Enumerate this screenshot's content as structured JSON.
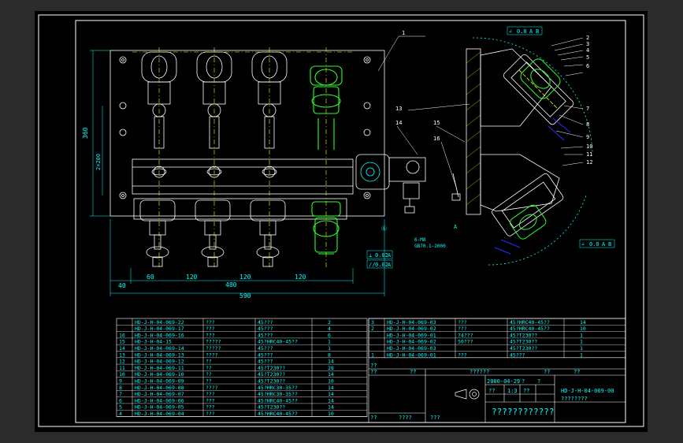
{
  "colors": {
    "background": "#000000",
    "frame": "#ffffff",
    "part_outline": "#ffffff",
    "highlight": "#2dff2d",
    "centerline": "#ffff00",
    "annotation": "#00ffff",
    "accent_blue": "#2a2aff",
    "accent_magenta": "#ff00ff"
  },
  "front_view": {
    "dims": {
      "height_label": "360",
      "pitch_label": "2×200",
      "offset_left": "40",
      "span_a": "60",
      "span_b": "120",
      "span_c": "120",
      "span_d": "120",
      "center_span": "480",
      "overall_width": "590"
    },
    "tolerance_boxes": [
      [
        "⊥",
        "0.02",
        "A"
      ],
      [
        "//",
        "0.02",
        "A"
      ]
    ]
  },
  "side_view": {
    "leaders": [
      "1",
      "2",
      "3",
      "4",
      "5",
      "6",
      "7",
      "8",
      "9",
      "10",
      "11",
      "12",
      "13",
      "14",
      "15",
      "16"
    ],
    "tolerance_boxes": [
      [
        "∠",
        "0.0",
        "A",
        "B"
      ],
      [
        "∠",
        "0.0",
        "A",
        "B"
      ]
    ],
    "thread_note": "6-M8",
    "thread_note_2": "GB70.1-2000",
    "section_label_a": "A",
    "section_label_b": "Ⓐ"
  },
  "parts_list_left": [
    [
      "",
      "HD-J-H-04-069-22",
      "???",
      "45???",
      "2"
    ],
    [
      "",
      "HD-J-H-04-069-17",
      "???",
      "45???",
      "4"
    ],
    [
      "16",
      "HD-J-H-04-069-16",
      "???",
      "45???",
      "6"
    ],
    [
      "15",
      "HD-J-H-04-15",
      "?????",
      "45?HRC40-45??",
      "1"
    ],
    [
      "14",
      "HD-J-H-04-069-14",
      "?????",
      "45???",
      "1"
    ],
    [
      "13",
      "HD-J-H-04-069-13",
      "????",
      "45???",
      "8"
    ],
    [
      "12",
      "HD-J-H-04-069-12",
      "??",
      "45???",
      "14"
    ],
    [
      "11",
      "HD-J-H-04-069-11",
      "??",
      "45?T230??",
      "28"
    ],
    [
      "10",
      "HD-J-H-04-069-10",
      "??",
      "45?T230??",
      "14"
    ],
    [
      "9",
      "HD-J-H-04-069-09",
      "??",
      "45?T230??",
      "10"
    ],
    [
      "8",
      "HD-J-H-04-069-08",
      "????",
      "45?HRC30-35??",
      "14"
    ],
    [
      "7",
      "HD-J-H-04-069-07",
      "???",
      "45?HRC30-35??",
      "14"
    ],
    [
      "6",
      "HD-J-H-04-069-06",
      "???",
      "45?HRC40-45??",
      "14"
    ],
    [
      "5",
      "HD-J-H-04-069-05",
      "???",
      "45?T230??",
      "14"
    ],
    [
      "4",
      "HD-J-H-04-069-04",
      "???",
      "45?HRC40-45??",
      "10"
    ]
  ],
  "parts_list_right": [
    [
      "3",
      "HD-J-H-04-069-03",
      "???",
      "45?HRC40-45??",
      "14"
    ],
    [
      "2",
      "HD-J-H-04-069-02",
      "???",
      "45?HRC40-45??",
      "10"
    ],
    [
      "",
      "HD-J-H-04-069-01",
      "74???",
      "45?T230??",
      "1"
    ],
    [
      "",
      "HD-J-H-04-069-02",
      "50???",
      "45?T230??",
      "1"
    ],
    [
      "",
      "HD-J-H-04-069-03",
      "",
      "45?T230??",
      "1"
    ],
    [
      "1",
      "HD-J-H-04-069-01",
      "???",
      "45???",
      "1"
    ]
  ],
  "title_block": {
    "header_row": [
      "??",
      "??",
      "??????",
      "??",
      "??"
    ],
    "date": "2000-04-29",
    "scale": "1:3",
    "drawing_number": "HD-J-H-04-069-00",
    "sheet_info": "????????",
    "qty_cells": [
      "??",
      "??",
      "?",
      "?"
    ],
    "left_q": [
      "??",
      "????",
      "???"
    ],
    "title": "????????????",
    "corner_q": "??"
  }
}
